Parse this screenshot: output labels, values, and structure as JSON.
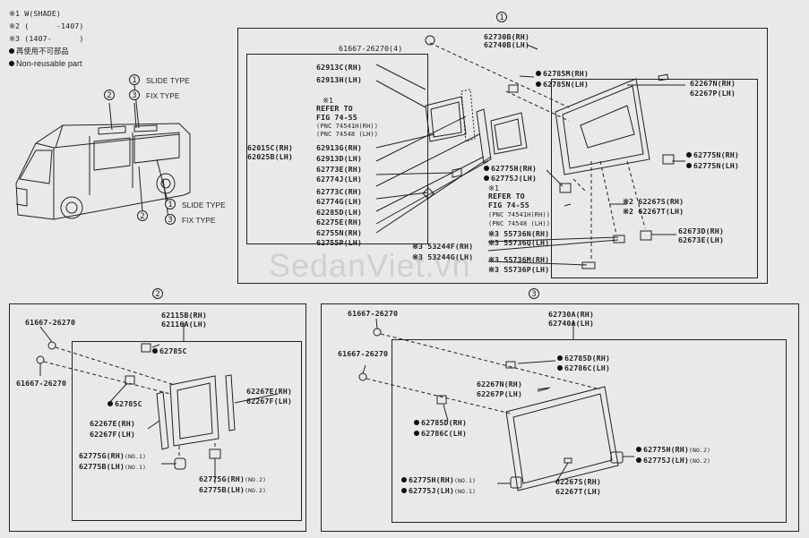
{
  "legend": {
    "note1": "※1 W(SHADE)",
    "note2": "※2 (      -1407)",
    "note3": "※3 (1407-      )",
    "bullet1": "再使用不可部品",
    "bullet2": "Non-reusable part"
  },
  "overview": {
    "slide_type": "SLIDE TYPE",
    "fix_type": "FIX TYPE",
    "slide_type_lower": "SLIDE TYPE",
    "fix_type_lower": "FIX TYPE",
    "c1": "1",
    "c2": "2",
    "c3": "3"
  },
  "section1": {
    "num": "1",
    "clip_top": "61667-26270(4)",
    "glass_rh": "62730B(RH)",
    "glass_lh": "62740B(LH)",
    "left_labels": [
      "62913C(RH)",
      "62913H(LH)",
      "※1",
      "REFER TO",
      "FIG 74-55",
      "(PNC 74541H(RH))",
      "(PNC 74548 (LH))"
    ],
    "frame_rh": "62015C(RH)",
    "frame_lh": "62025B(LH)",
    "mid_labels": [
      "62913G(RH)",
      "62913D(LH)",
      "62773E(RH)",
      "62774J(LH)",
      "62773C(RH)",
      "62774G(LH)",
      "62285D(LH)",
      "62275E(RH)",
      "62755N(RH)",
      "62755P(LH)"
    ],
    "p62785m": "62785M(RH)",
    "p62785n": "62785N(LH)",
    "p62267n": "62267N(RH)",
    "p62267p": "62267P(LH)",
    "p62775h": "62775H(RH)",
    "p62775j": "62775J(LH)",
    "refer2": [
      "※1",
      "REFER TO",
      "FIG 74-55",
      "(PNC 74541H(RH))",
      "(PNC 74548 (LH))"
    ],
    "p62775n": "62775N(RH)",
    "p62775nl": "62775N(LH)",
    "p62267s": "※2 62267S(RH)",
    "p62267t": "※2 62267T(LH)",
    "p55736n": "※3 55736N(RH)",
    "p55736q": "※3 55736Q(LH)",
    "p53244f": "※3 53244F(RH)",
    "p53244g": "※3 53244G(LH)",
    "p55736m": "※3 55736M(RH)",
    "p55736p": "※3 55736P(LH)",
    "p62673d": "62673D(RH)",
    "p62673e": "62673E(LH)"
  },
  "section2": {
    "num": "2",
    "clip1": "61667-26270",
    "clip2": "61667-26270",
    "glass_rh": "62115B(RH)",
    "glass_lh": "62116A(LH)",
    "p62785c_top": "62785C",
    "p62785c_mid": "62785C",
    "p62267e_r": "62267E(RH)",
    "p62267f_r": "62267F(LH)",
    "p62267e_l": "62267E(RH)",
    "p62267f_l": "62267F(LH)",
    "p62775g": "62775G(RH)",
    "p62775g_no": "(NO.1)",
    "p62775b": "62775B(LH)",
    "p62775b_no": "(NO.1)",
    "p62775g2": "62775G(RH)",
    "p62775g2_no": "(NO.2)",
    "p62775b2": "62775B(LH)",
    "p62775b2_no": "(NO.2)"
  },
  "section3": {
    "num": "3",
    "clip1": "61667-26270",
    "clip2": "61667-26270",
    "glass_rh": "62730A(RH)",
    "glass_lh": "62740A(LH)",
    "p62785d": "62785D(RH)",
    "p62786c": "62786C(LH)",
    "p62267n": "62267N(RH)",
    "p62267p": "62267P(LH)",
    "p62785d2": "62785D(RH)",
    "p62786c2": "62786C(LH)",
    "p62775h": "62775H(RH)",
    "p62775h_no": "(NO.2)",
    "p62775j": "62775J(LH)",
    "p62775j_no": "(NO.2)",
    "p62775h2": "62775H(RH)",
    "p62775h2_no": "(NO.1)",
    "p62775j2": "62775J(LH)",
    "p62775j2_no": "(NO.1)",
    "p62267s": "62267S(RH)",
    "p62267t": "62267T(LH)"
  },
  "watermark": "SedanViet.vn"
}
